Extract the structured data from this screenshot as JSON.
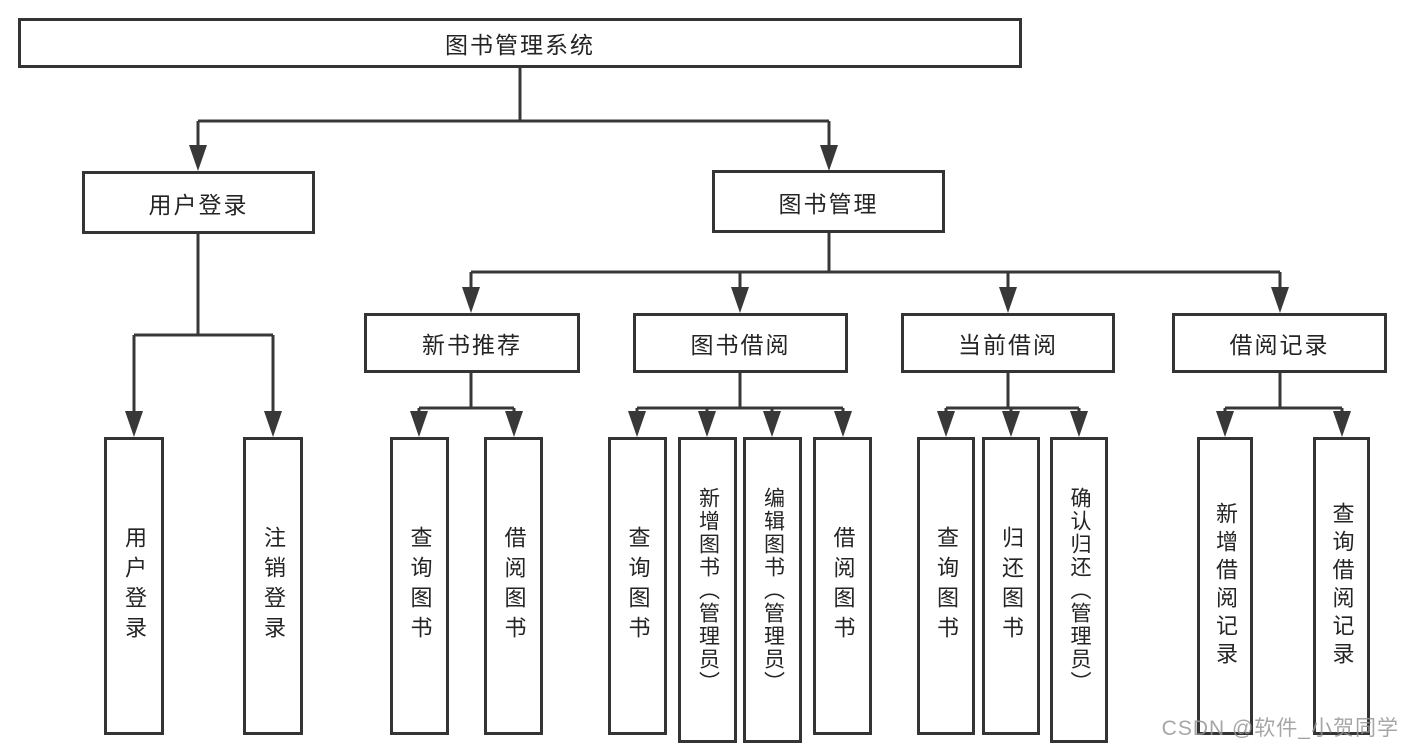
{
  "diagram": {
    "root": "图书管理系统",
    "children": [
      {
        "label": "用户登录",
        "children": [
          "用户登录",
          "注销登录"
        ]
      },
      {
        "label": "图书管理",
        "children": [
          {
            "label": "新书推荐",
            "children": [
              "查询图书",
              "借阅图书"
            ]
          },
          {
            "label": "图书借阅",
            "children": [
              "查询图书",
              "新增图书（管理员）",
              "编辑图书（管理员）",
              "借阅图书"
            ]
          },
          {
            "label": "当前借阅",
            "children": [
              "查询图书",
              "归还图书",
              "确认归还（管理员）"
            ]
          },
          {
            "label": "借阅记录",
            "children": [
              "新增借阅记录",
              "查询借阅记录"
            ]
          }
        ]
      }
    ]
  },
  "colors": {
    "line": "#383838",
    "text": "#242424",
    "watermark": "#969696"
  },
  "watermark": "CSDN @软件_小贺同学"
}
